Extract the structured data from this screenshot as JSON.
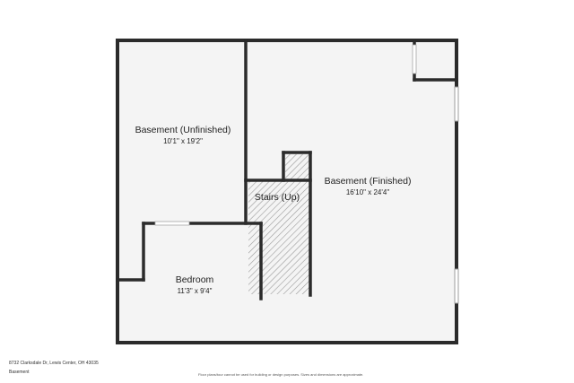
{
  "rooms": {
    "basement_unfinished": {
      "name": "Basement (Unfinished)",
      "dimensions": "10'1\" x 19'2\""
    },
    "basement_finished": {
      "name": "Basement (Finished)",
      "dimensions": "16'10\" x 24'4\""
    },
    "stairs": {
      "name": "Stairs (Up)"
    },
    "bedroom": {
      "name": "Bedroom",
      "dimensions": "11'3\" x 9'4\""
    }
  },
  "footer": {
    "address": "8732 Clarksdale Dr, Lewis Center, OH 43035",
    "floor": "Basement",
    "disclaimer": "Floor plans/tour cannot be used for building or design purposes. Sizes and dimensions are approximate."
  },
  "colors": {
    "wall": "#2b2b2b",
    "floor": "#f4f4f4",
    "stairs_hatch": "#9a9a9a"
  }
}
